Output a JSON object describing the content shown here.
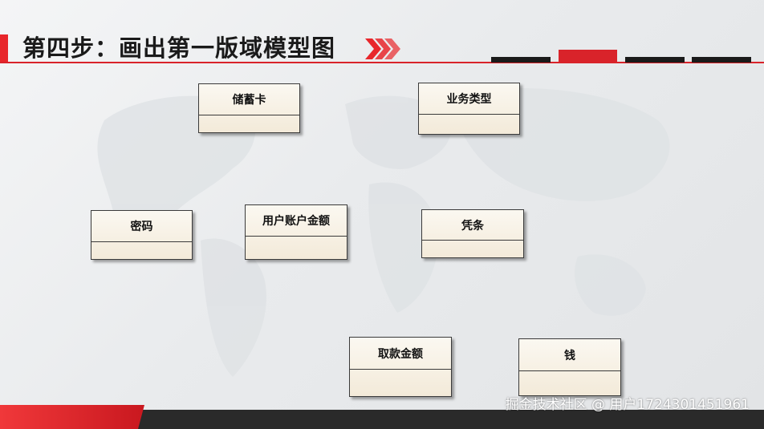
{
  "slide": {
    "title": "第四步：画出第一版域模型图",
    "watermark": "掘金技术社区 @ 用户1724301451961"
  },
  "diagram": {
    "classes": [
      {
        "id": "chuxuka",
        "name": "储蓄卡"
      },
      {
        "id": "yewuleixing",
        "name": "业务类型"
      },
      {
        "id": "mima",
        "name": "密码"
      },
      {
        "id": "yonghuzhanghujine",
        "name": "用户账户金额"
      },
      {
        "id": "pingtiao",
        "name": "凭条"
      },
      {
        "id": "qukuanjine",
        "name": "取款金额"
      },
      {
        "id": "qian",
        "name": "钱"
      }
    ]
  },
  "colors": {
    "accent": "#d9232a",
    "dark": "#1a1a1a",
    "box_fill": "#f7f1e6",
    "box_border": "#3a3a3a"
  }
}
